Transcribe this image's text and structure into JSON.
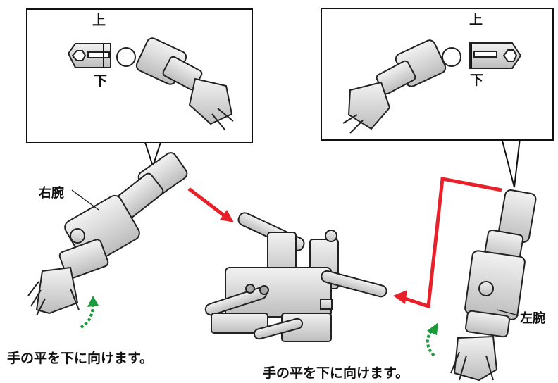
{
  "callout_left": {
    "up": "上",
    "down": "下"
  },
  "callout_right": {
    "up": "上",
    "down": "下"
  },
  "labels": {
    "right_arm": "右腕",
    "left_arm": "左腕",
    "instruction_left": "手の平を下に向けます。",
    "instruction_right": "手の平を下に向けます。"
  },
  "colors": {
    "arrow": "#e8202a",
    "rotate_arrow": "#1a9a3a",
    "part_fill": "#d6d6d6",
    "outline": "#222222"
  }
}
